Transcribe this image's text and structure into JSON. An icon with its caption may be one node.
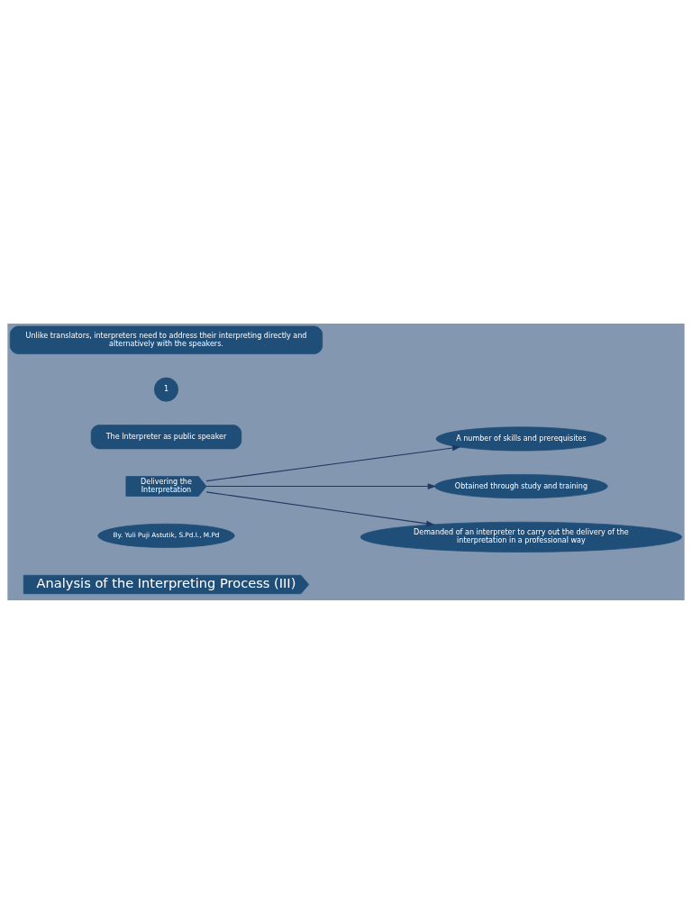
{
  "diagram": {
    "nodes": [
      {
        "text": [
          "Analysis of the Interpreting Process (III)"
        ]
      },
      {
        "text": [
          "By. Yuli Puji Astutik, S.Pd.I., M.Pd"
        ]
      },
      {
        "text": [
          "Delivering the Interpretation"
        ]
      },
      {
        "text": [
          "A number of skills and prerequisites"
        ]
      },
      {
        "text": [
          "Obtained through study and training"
        ]
      },
      {
        "text": [
          "Demanded of an interpreter to carry out the delivery of the interpretation in a professional way"
        ]
      },
      {
        "text": [
          "The Interpreter as public speaker"
        ]
      },
      {
        "text": [
          "1"
        ]
      },
      {
        "text": [
          "Unlike translators, interpreters need to address their interpreting directly and alternatively with the speakers."
        ]
      }
    ],
    "edges": [
      {
        "from": 2,
        "to": 3,
        "arrow": "to"
      },
      {
        "from": 2,
        "to": 4,
        "arrow": "to"
      },
      {
        "from": 2,
        "to": 5,
        "arrow": "to"
      }
    ]
  }
}
